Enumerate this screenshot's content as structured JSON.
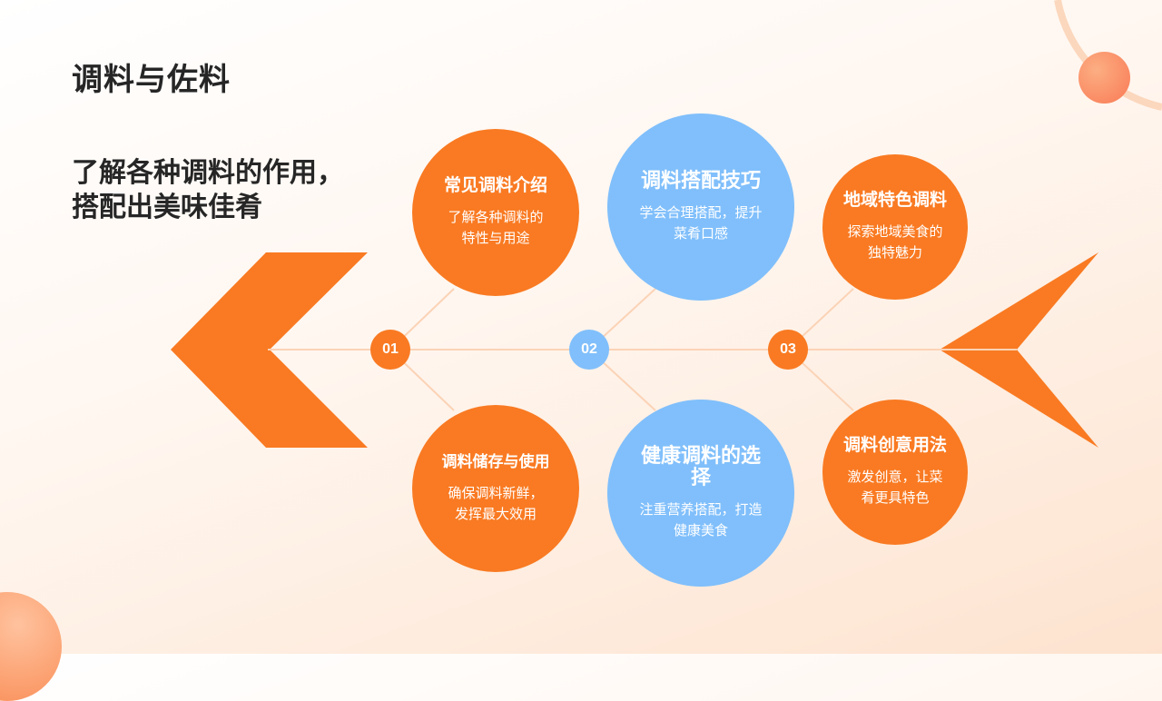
{
  "title": "调料与佐料",
  "subtitle": {
    "line1": "了解各种调料的作用，",
    "line2": "搭配出美味佳肴"
  },
  "steps": [
    {
      "num": "01"
    },
    {
      "num": "02"
    },
    {
      "num": "03"
    }
  ],
  "cards": [
    {
      "title": "常见调料介绍",
      "desc_line1": "了解各种调料的",
      "desc_line2": "特性与用途"
    },
    {
      "title": "调料储存与使用",
      "desc_line1": "确保调料新鲜，",
      "desc_line2": "发挥最大效用"
    },
    {
      "title": "调料搭配技巧",
      "desc_line1": "学会合理搭配，提升",
      "desc_line2": "菜肴口感"
    },
    {
      "title": "健康调料的选择",
      "desc_line1": "注重营养搭配，打造",
      "desc_line2": "健康美食"
    },
    {
      "title": "地域特色调料",
      "desc_line1": "探索地域美食的",
      "desc_line2": "独特魅力"
    },
    {
      "title": "调料创意用法",
      "desc_line1": "激发创意，让菜",
      "desc_line2": "肴更具特色"
    }
  ],
  "colors": {
    "orange": "#f97a22",
    "blue": "#80bffb",
    "text": "#262626"
  }
}
